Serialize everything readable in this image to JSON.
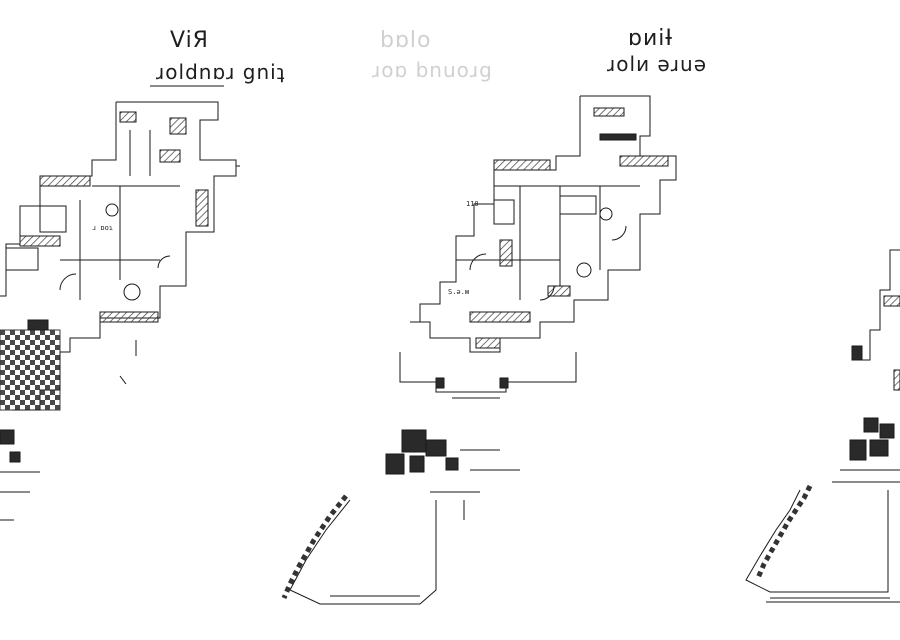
{
  "plans": {
    "left": {
      "title_line1": "ViЯ",
      "title_line2": "ɹoldnɒɹ gniʇ"
    },
    "center": {
      "title_line1": "bɒlo",
      "title_line2": "ɹoɒ bnuoɹg"
    },
    "right": {
      "title_line1": "ɒᴎiƗ",
      "title_line2": "ɹolᴎ ǝɹuǝ"
    }
  },
  "annotations": [
    "110",
    "S.ǝ.ᴍ",
    "ɹ ɒoɿ"
  ],
  "colors": {
    "line": "#1a1a1a",
    "hatch": "#3a3a3a",
    "background": "#ffffff"
  }
}
